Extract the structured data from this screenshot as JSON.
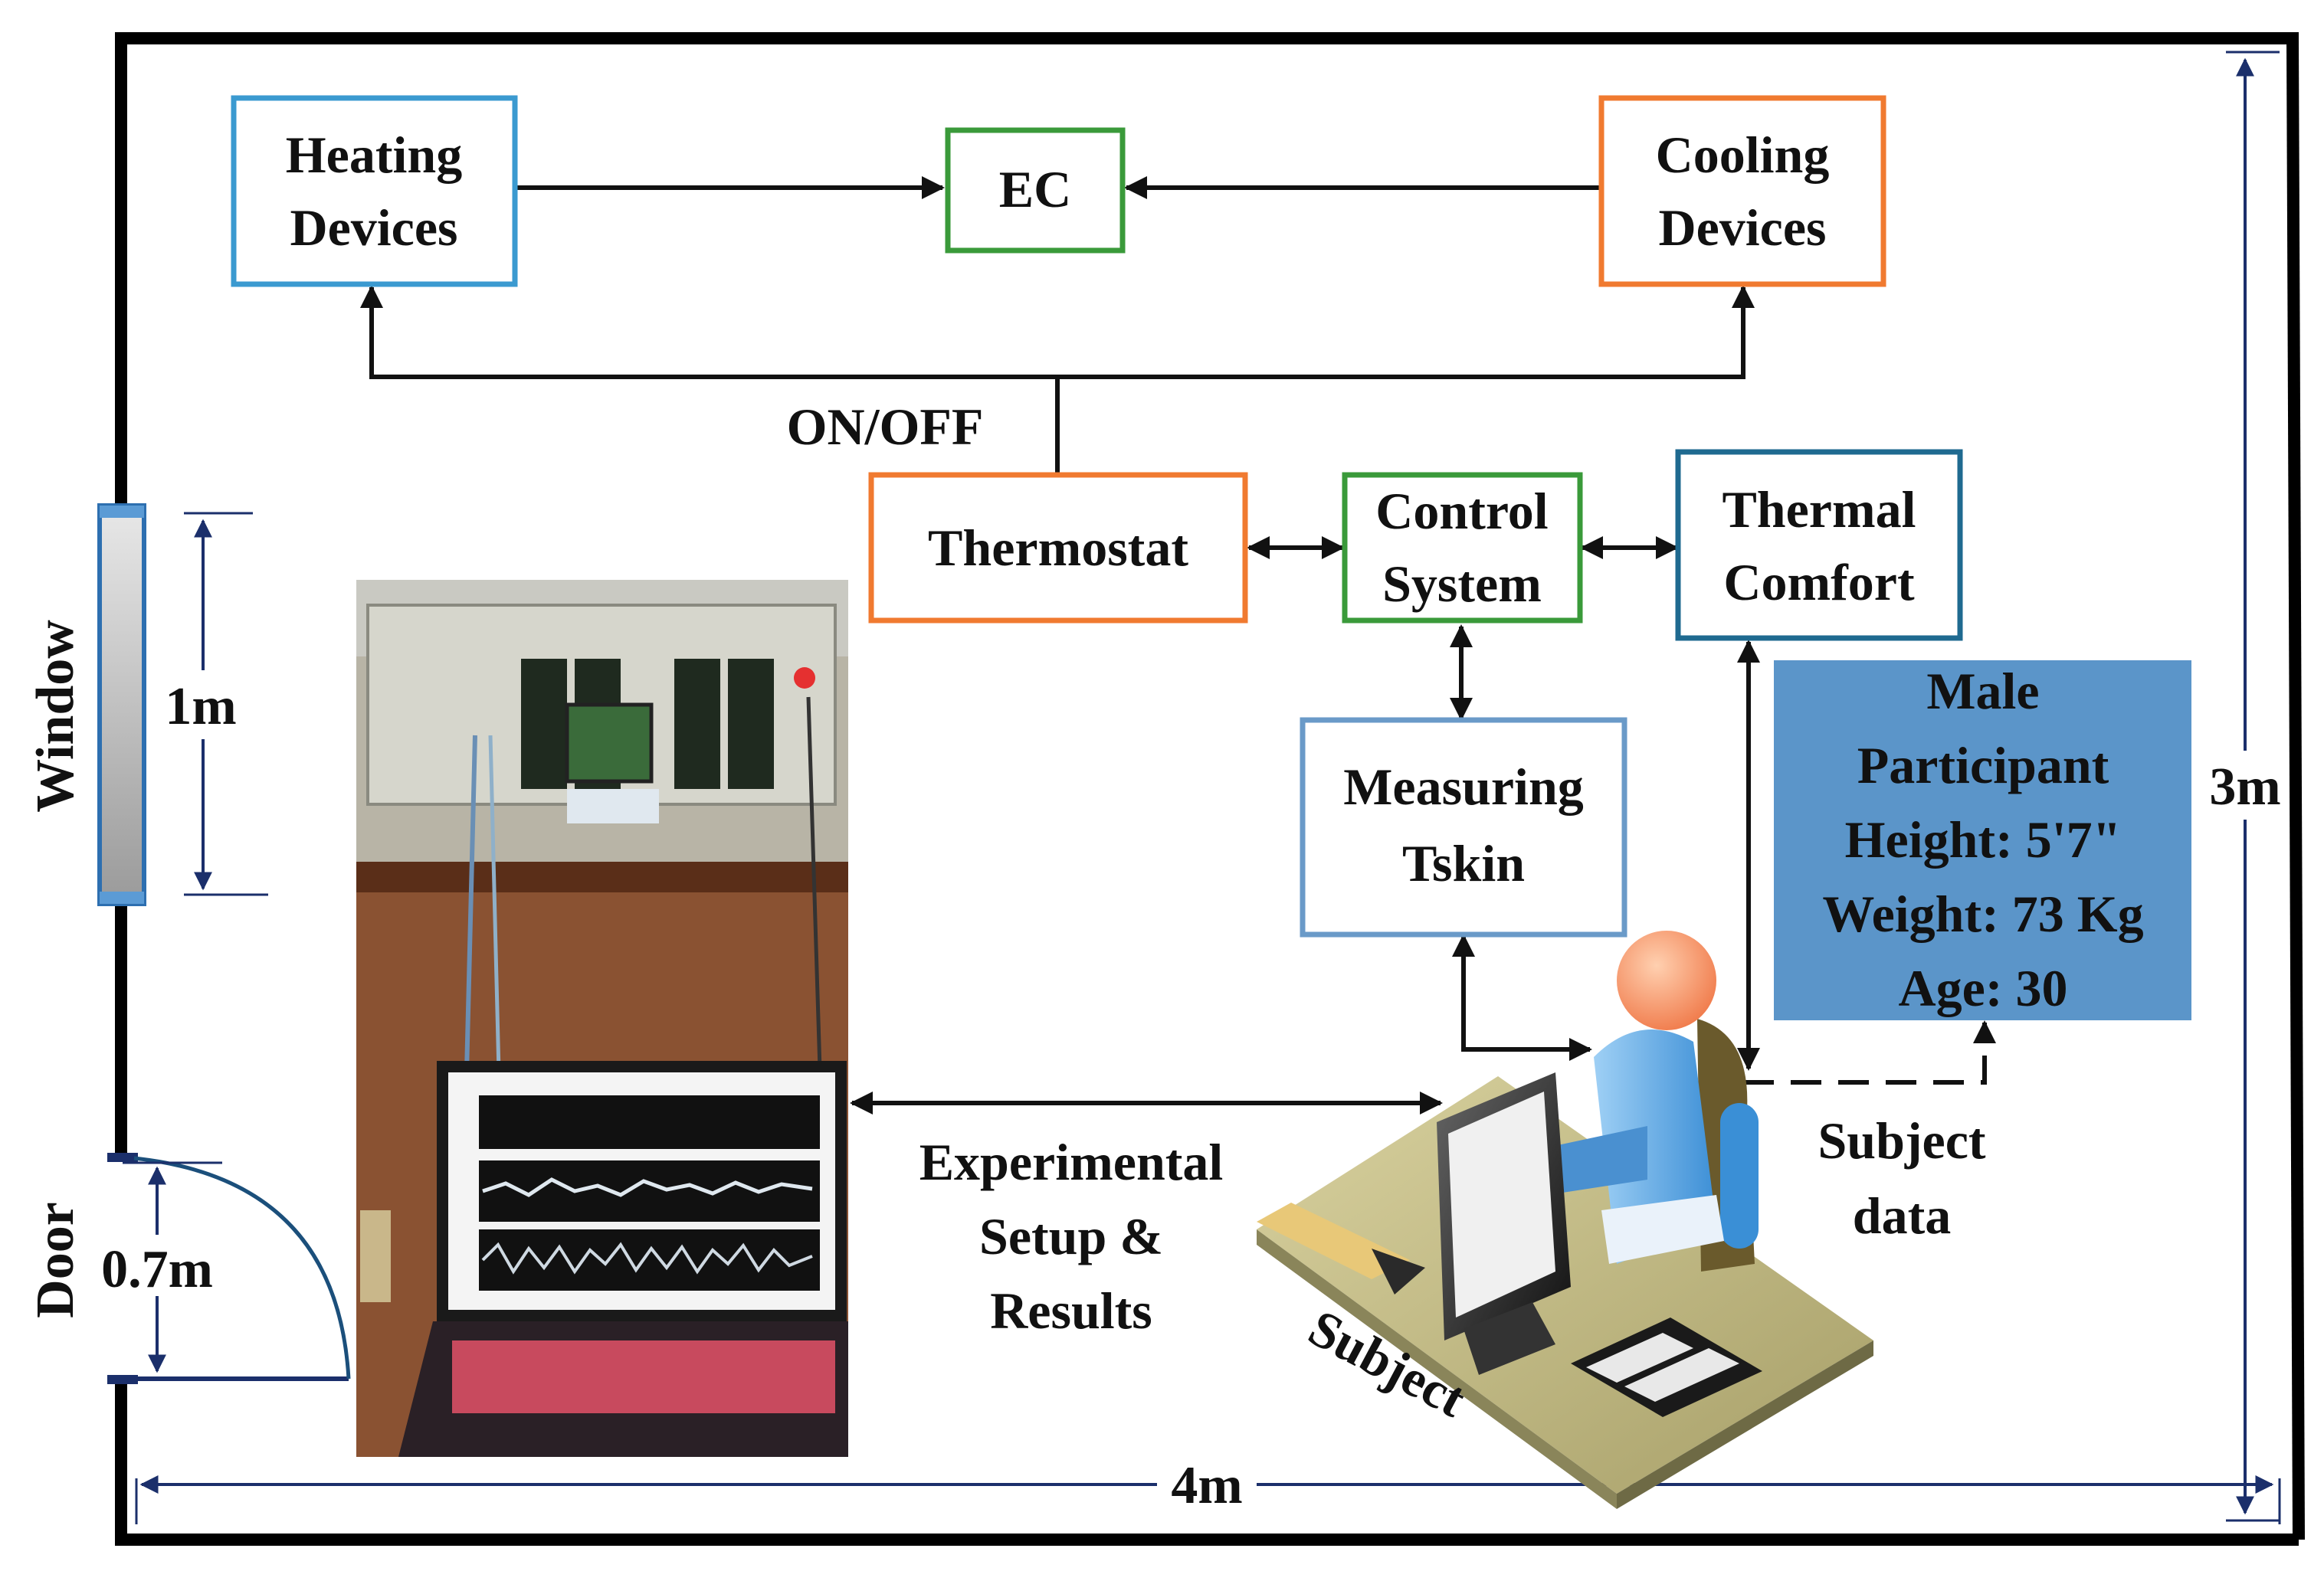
{
  "room": {
    "width_label": "4m",
    "height_label": "3m",
    "window": {
      "label": "Window",
      "size_label": "1m"
    },
    "door": {
      "label": "Door",
      "size_label": "0.7m"
    }
  },
  "boxes": {
    "heating": {
      "line1": "Heating",
      "line2": "Devices",
      "color": "#3b9ad0"
    },
    "ec": {
      "label": "EC",
      "color": "#3a9a3a"
    },
    "cooling": {
      "line1": "Cooling",
      "line2": "Devices",
      "color": "#f07a30"
    },
    "thermostat": {
      "label": "Thermostat",
      "color": "#f07a30"
    },
    "control": {
      "line1": "Control",
      "line2": "System",
      "color": "#3a9a3a"
    },
    "comfort": {
      "line1": "Thermal",
      "line2": "Comfort",
      "color": "#1f6a90"
    },
    "measuring": {
      "line1": "Measuring",
      "line2": "Tskin",
      "color": "#6a9ac8"
    },
    "participant": {
      "line1": "Male",
      "line2": "Participant",
      "line3": "Height: 5'7\"",
      "line4": "Weight: 73 Kg",
      "line5": "Age: 30",
      "fill": "#5b95c9"
    }
  },
  "labels": {
    "on_off": "ON/OFF",
    "experimental_1": "Experimental",
    "experimental_2": "Setup &",
    "experimental_3": "Results",
    "subject_data_1": "Subject",
    "subject_data_2": "data",
    "subject": "Subject"
  }
}
